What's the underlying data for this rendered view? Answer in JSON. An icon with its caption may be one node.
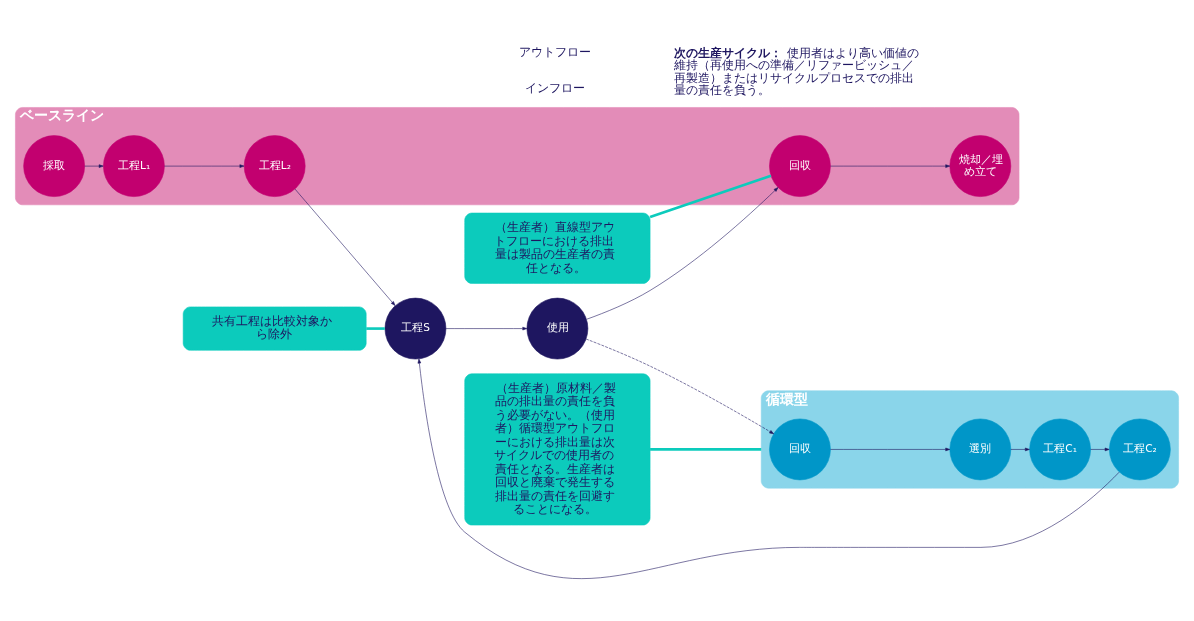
{
  "diagram": {
    "nodes": [
      {
        "text": [
          "ベースライン"
        ]
      },
      {
        "text": [
          "採取"
        ],
        "in": 0
      },
      {
        "text": [
          "工程L₁"
        ],
        "in": 0
      },
      {
        "text": [
          "工程L₂"
        ],
        "in": 0
      },
      {
        "text": [
          "回収"
        ],
        "in": 0
      },
      {
        "text": [
          "焼却／埋め立て"
        ],
        "in": 0
      },
      {
        "text": [
          "工程S"
        ]
      },
      {
        "text": [
          "使用"
        ]
      },
      {
        "text": [
          "循環型"
        ]
      },
      {
        "text": [
          "回収"
        ],
        "in": 8
      },
      {
        "text": [
          "選別"
        ],
        "in": 8
      },
      {
        "text": [
          "工程C₁"
        ],
        "in": 8
      },
      {
        "text": [
          "工程C₂"
        ],
        "in": 8
      },
      {
        "text": [
          "（生産者）直線型アウトフローにおける排出量は製品の生産者の責任となる。"
        ]
      },
      {
        "text": [
          "共有工程は比較対象から除外"
        ]
      },
      {
        "text": [
          "（生産者）原材料／製品の排出量の責任を負う必要がない。（使用者）循環型アウトフローにおける排出量は次サイクルでの使用者の責任となる。生産者は回収と廃棄で発生する排出量の責任を回避することになる。"
        ]
      }
    ],
    "edges": [
      {
        "from": 1,
        "to": 2,
        "arrow": "to"
      },
      {
        "from": 2,
        "to": 3,
        "arrow": "to"
      },
      {
        "from": 4,
        "to": 5,
        "arrow": "to"
      },
      {
        "from": 3,
        "to": 6,
        "arrow": "to"
      },
      {
        "from": 9,
        "to": 10,
        "arrow": "to"
      },
      {
        "from": 10,
        "to": 11,
        "arrow": "to"
      },
      {
        "from": 11,
        "to": 12,
        "arrow": "to"
      },
      {
        "from": 12,
        "to": 6,
        "arrow": "to"
      },
      {
        "from": 6,
        "to": 7,
        "arrow": "to"
      },
      {
        "from": 7,
        "to": 4,
        "arrow": "to"
      },
      {
        "from": 7,
        "to": 9,
        "arrow": "to",
        "style": "dashed"
      },
      {
        "from": 13,
        "to": 4,
        "arrow": "none",
        "style": "thick",
        "color": "#0ccbbc"
      },
      {
        "from": 14,
        "to": 6,
        "arrow": "none",
        "style": "thick",
        "color": "#0ccbbc"
      },
      {
        "from": 15,
        "to": 8,
        "arrow": "none",
        "style": "thick",
        "color": "#0ccbbc"
      }
    ],
    "labels": [
      "インフロー",
      "アウトフロー",
      "**次の生産サイクル：**使用者はより高い価値の維持（再使用への準備／リファービッシュ／再製造）またはリサイクルプロセスでの排出量の責任を負う。"
    ]
  }
}
